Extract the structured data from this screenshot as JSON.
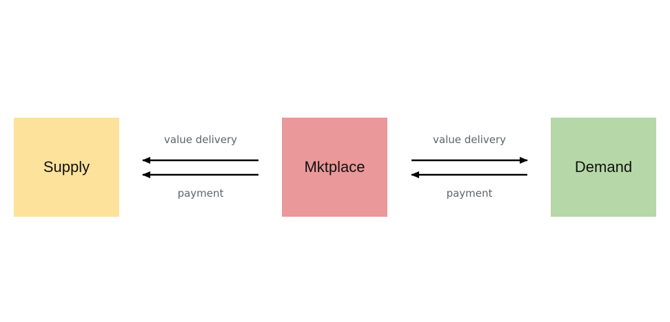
{
  "nodes": {
    "supply": {
      "label": "Supply",
      "color": "#fde29c"
    },
    "marketplace": {
      "label": "Mktplace",
      "color": "#ea9899"
    },
    "demand": {
      "label": "Demand",
      "color": "#b6d7a7"
    }
  },
  "flows": {
    "supply_market": {
      "top_label": "value delivery",
      "bottom_label": "payment",
      "top_direction": "left",
      "bottom_direction": "left"
    },
    "market_demand": {
      "top_label": "value delivery",
      "bottom_label": "payment",
      "top_direction": "right",
      "bottom_direction": "left"
    }
  },
  "colors": {
    "arrow": "#000000",
    "label_text": "#5f6368"
  }
}
